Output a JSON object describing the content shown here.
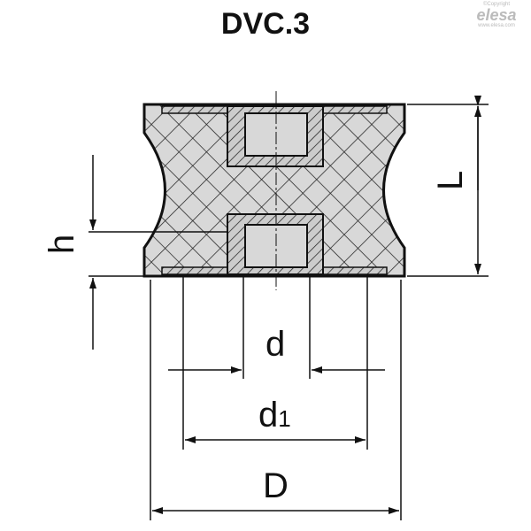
{
  "title": "DVC.3",
  "logo": {
    "copyright": "©Copyright",
    "name": "elesa",
    "url": "www.elesa.com"
  },
  "labels": {
    "L": "L",
    "h": "h",
    "d": "d",
    "d1": "d",
    "d1_sub": "1",
    "D": "D"
  }
}
